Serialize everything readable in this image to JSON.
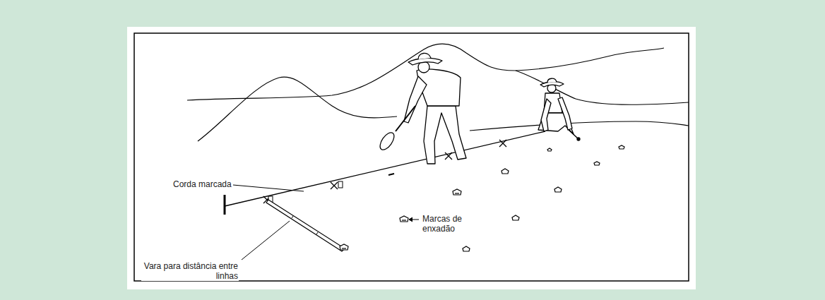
{
  "diagram": {
    "labels": [
      "Corda marcada",
      "Marcas de enxadão",
      "Vara para distância entre linhas"
    ]
  }
}
